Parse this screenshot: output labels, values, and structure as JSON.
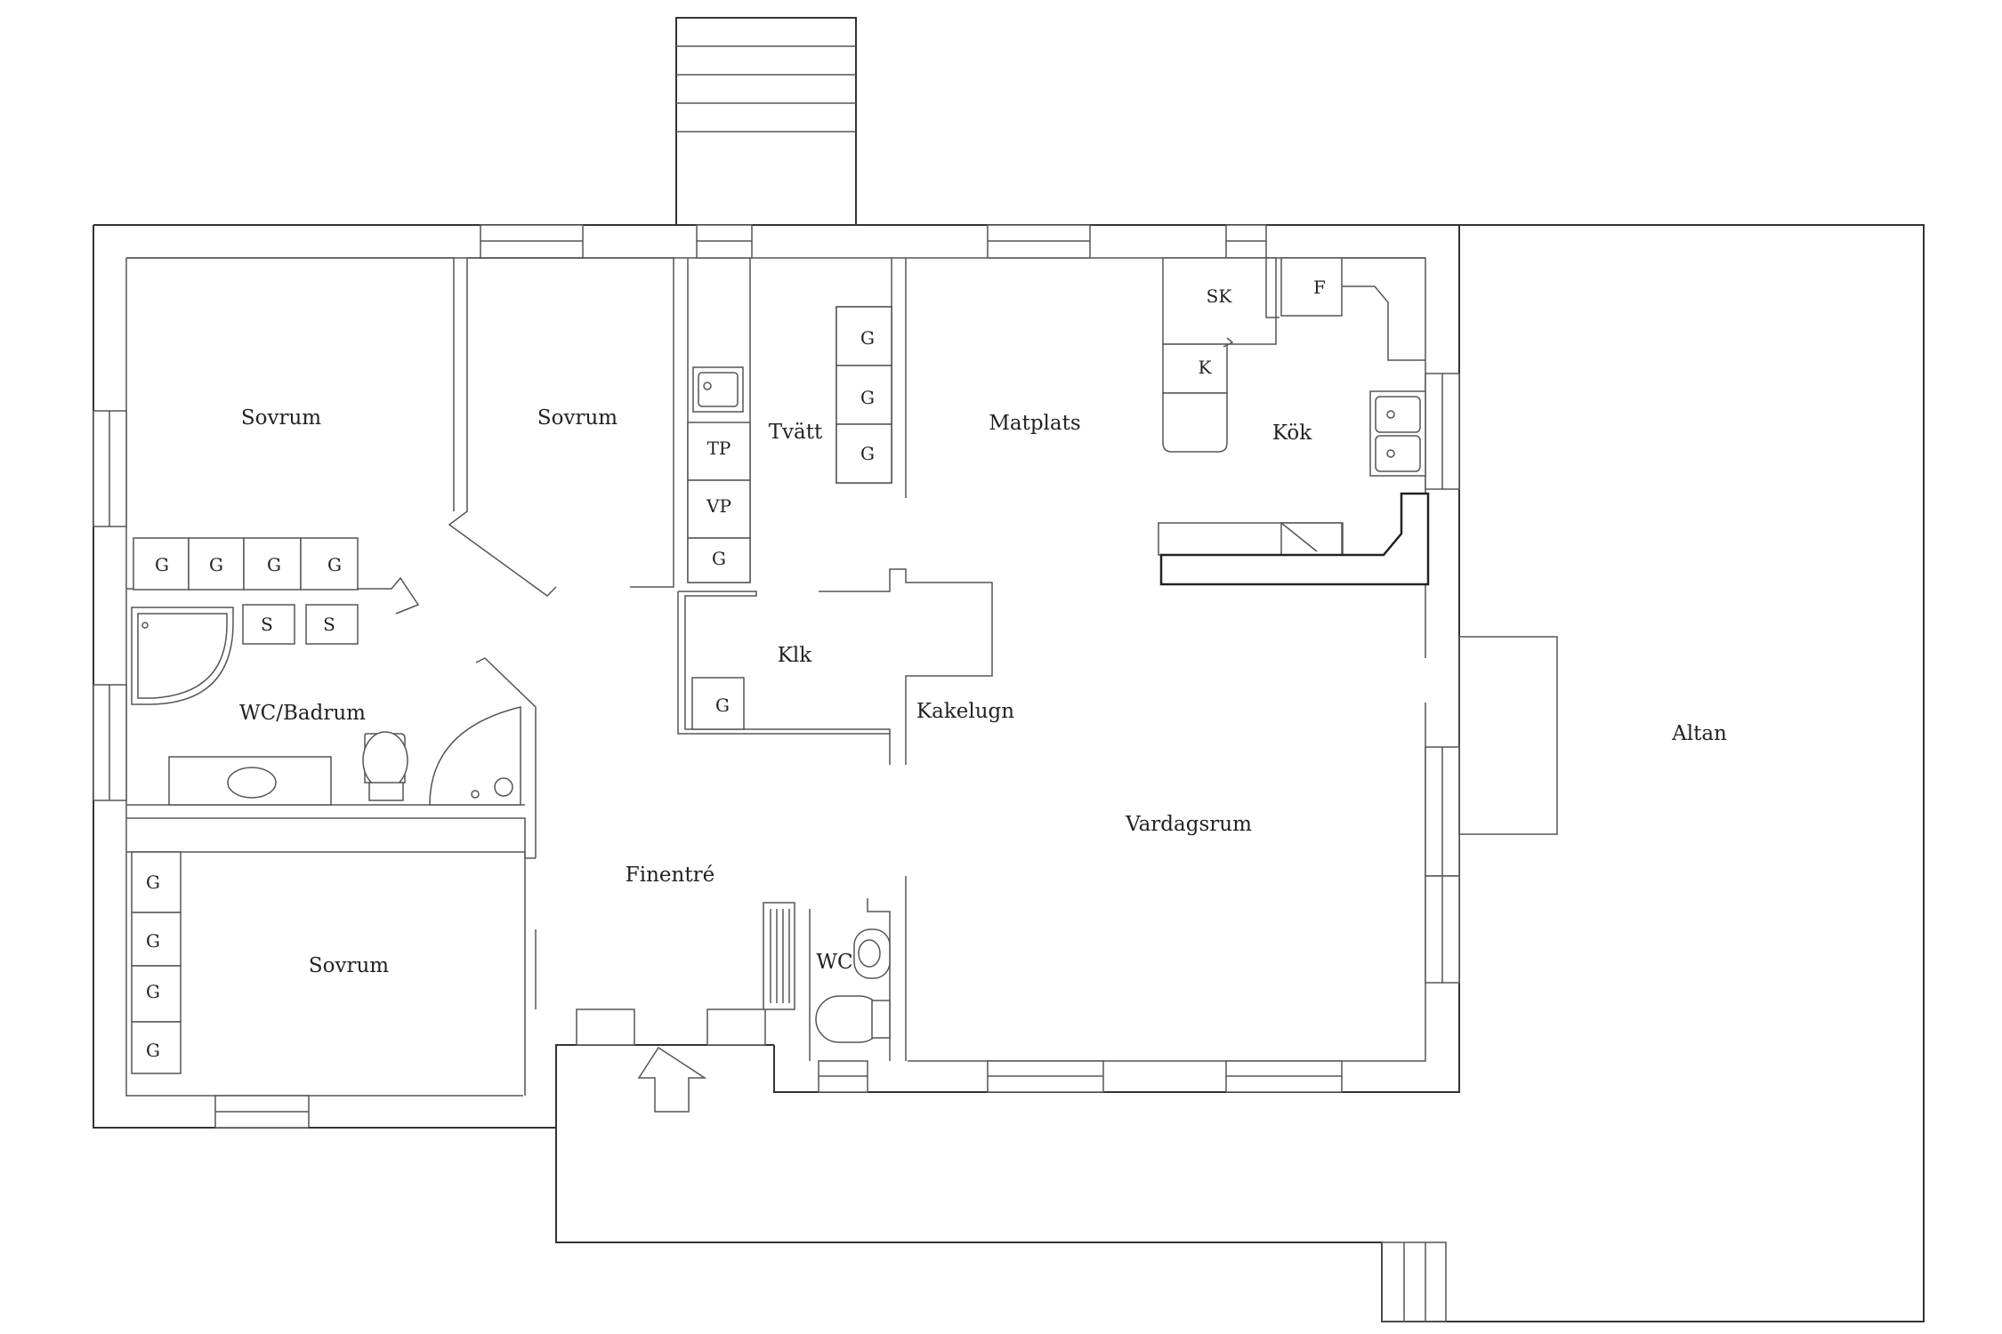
{
  "rooms": {
    "sovrum_nw": "Sovrum",
    "sovrum_n": "Sovrum",
    "tvatt": "Tvätt",
    "matplats": "Matplats",
    "kok": "Kök",
    "klk": "Klk",
    "kakelugn": "Kakelugn",
    "wc_badrum": "WC/Badrum",
    "finentre": "Finentré",
    "sovrum_sw": "Sovrum",
    "wc": "WC",
    "vardagsrum": "Vardagsrum",
    "altan": "Altan"
  },
  "fixtures": {
    "wardrobe": "G",
    "linen": "S",
    "tumble_dryer": "TP",
    "water_heater": "VP",
    "pantry": "SK",
    "fridge": "F",
    "cooler": "K"
  },
  "colors": {
    "wall": "#333333",
    "background": "#ffffff"
  }
}
